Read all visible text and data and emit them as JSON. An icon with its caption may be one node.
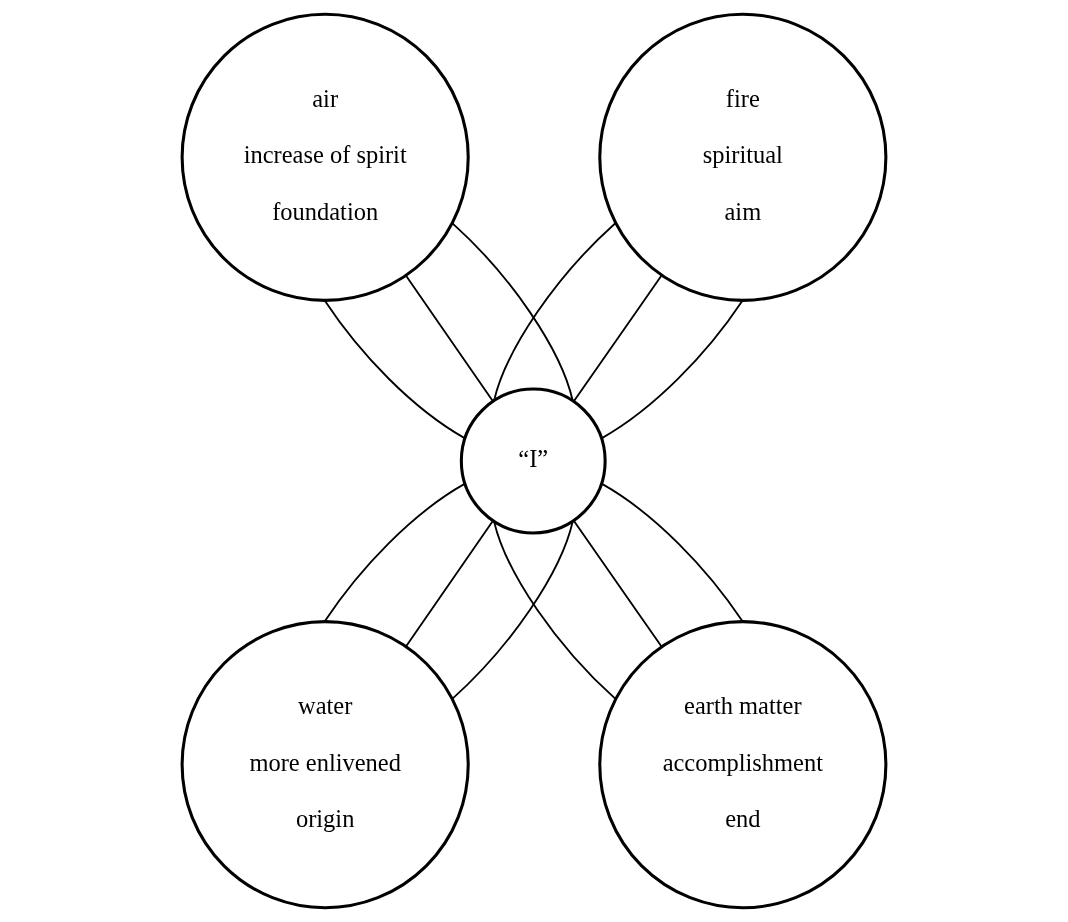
{
  "diagram": {
    "nodes": [
      {
        "text": [
          "“I”"
        ]
      },
      {
        "text": [
          "air",
          "increase of spirit",
          "foundation"
        ]
      },
      {
        "text": [
          "fire",
          "spiritual",
          "aim"
        ]
      },
      {
        "text": [
          "water",
          "more enlivened",
          "origin"
        ]
      },
      {
        "text": [
          "earth matter",
          "accomplishment",
          "end"
        ]
      }
    ],
    "edges": [
      {
        "from": 1,
        "to": 0,
        "arrow": "none"
      },
      {
        "from": 1,
        "to": 0,
        "arrow": "none"
      },
      {
        "from": 1,
        "to": 0,
        "arrow": "none"
      },
      {
        "from": 2,
        "to": 0,
        "arrow": "none"
      },
      {
        "from": 2,
        "to": 0,
        "arrow": "none"
      },
      {
        "from": 2,
        "to": 0,
        "arrow": "none"
      },
      {
        "from": 0,
        "to": 3,
        "arrow": "none"
      },
      {
        "from": 0,
        "to": 3,
        "arrow": "none"
      },
      {
        "from": 0,
        "to": 3,
        "arrow": "none"
      },
      {
        "from": 0,
        "to": 4,
        "arrow": "none"
      },
      {
        "from": 0,
        "to": 4,
        "arrow": "none"
      },
      {
        "from": 0,
        "to": 4,
        "arrow": "none"
      }
    ]
  }
}
